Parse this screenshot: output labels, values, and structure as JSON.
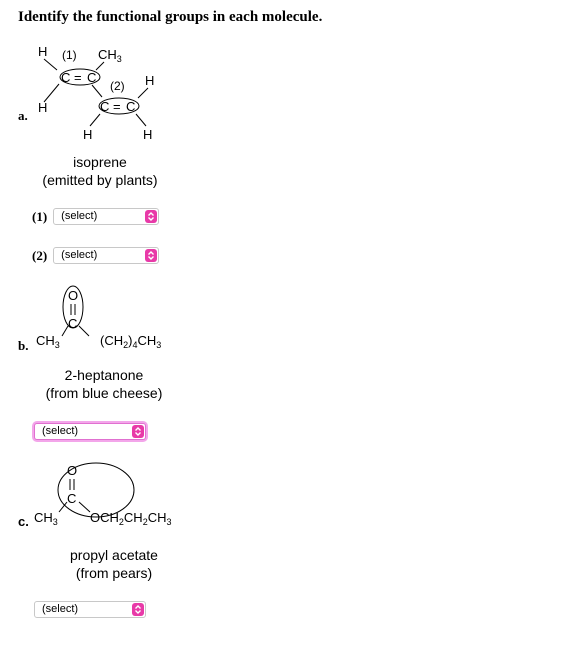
{
  "heading": "Identify the functional groups in each molecule.",
  "part_a": {
    "letter": "a.",
    "molecule": {
      "h_top_left": "H",
      "h_left": "H",
      "h_bottom_left": "H",
      "h_bottom_right": "H",
      "h_right": "H",
      "ch3": "CH",
      "ch3_sub": "3",
      "c_left1": "C",
      "c_right1": "C",
      "c_left2": "C",
      "c_right2": "C",
      "label1": "(1)",
      "label2": "(2)",
      "eq": "="
    },
    "caption_line1": "isoprene",
    "caption_line2": "(emitted by plants)",
    "select1_label": "(1)",
    "select1_value": "(select)",
    "select2_label": "(2)",
    "select2_value": "(select)"
  },
  "part_b": {
    "letter": "b.",
    "molecule": {
      "o": "O",
      "c": "C",
      "ch3": "CH",
      "ch3_sub": "3",
      "chain_open": "(CH",
      "chain_sub1": "2",
      "chain_mid": ")",
      "chain_sub2": "4",
      "chain_ch": "CH",
      "chain_sub3": "3"
    },
    "caption_line1": "2-heptanone",
    "caption_line2": "(from blue cheese)",
    "select_value": "(select)"
  },
  "part_c": {
    "letter": "c.",
    "molecule": {
      "o": "O",
      "c": "C",
      "ch3": "CH",
      "ch3_sub": "3",
      "och2": "OCH",
      "sub_a": "2",
      "ch2": "CH",
      "sub_b": "2",
      "ch3_end": "CH",
      "sub_c": "3"
    },
    "caption_line1": "propyl acetate",
    "caption_line2": "(from pears)",
    "select_value": "(select)"
  },
  "colors": {
    "select_arrow": "#e83aa8",
    "focus_ring": "#f3a6ea",
    "select_border": "#c8c8c8"
  }
}
